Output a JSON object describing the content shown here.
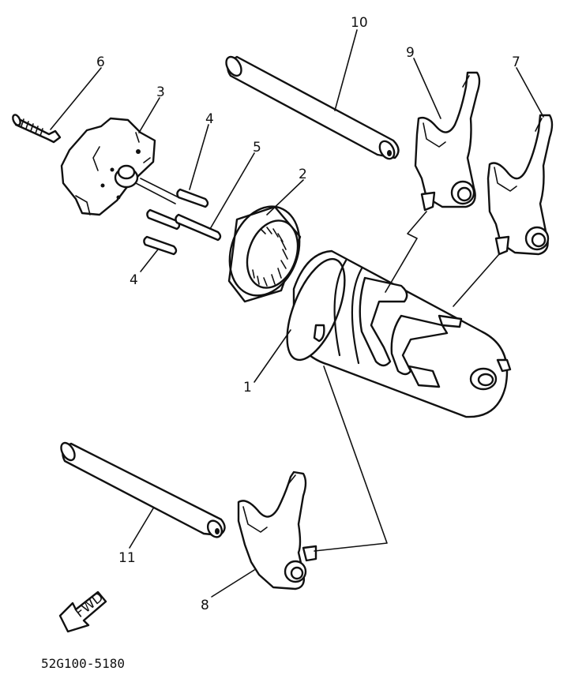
{
  "diagram": {
    "callouts": {
      "c1": "1",
      "c2": "2",
      "c3": "3",
      "c4a": "4",
      "c4b": "4",
      "c5": "5",
      "c6": "6",
      "c7": "7",
      "c8": "8",
      "c9": "9",
      "c10": "10",
      "c11": "11"
    },
    "fwd_label": "FWD",
    "drawing_code": "52G100-5180"
  }
}
